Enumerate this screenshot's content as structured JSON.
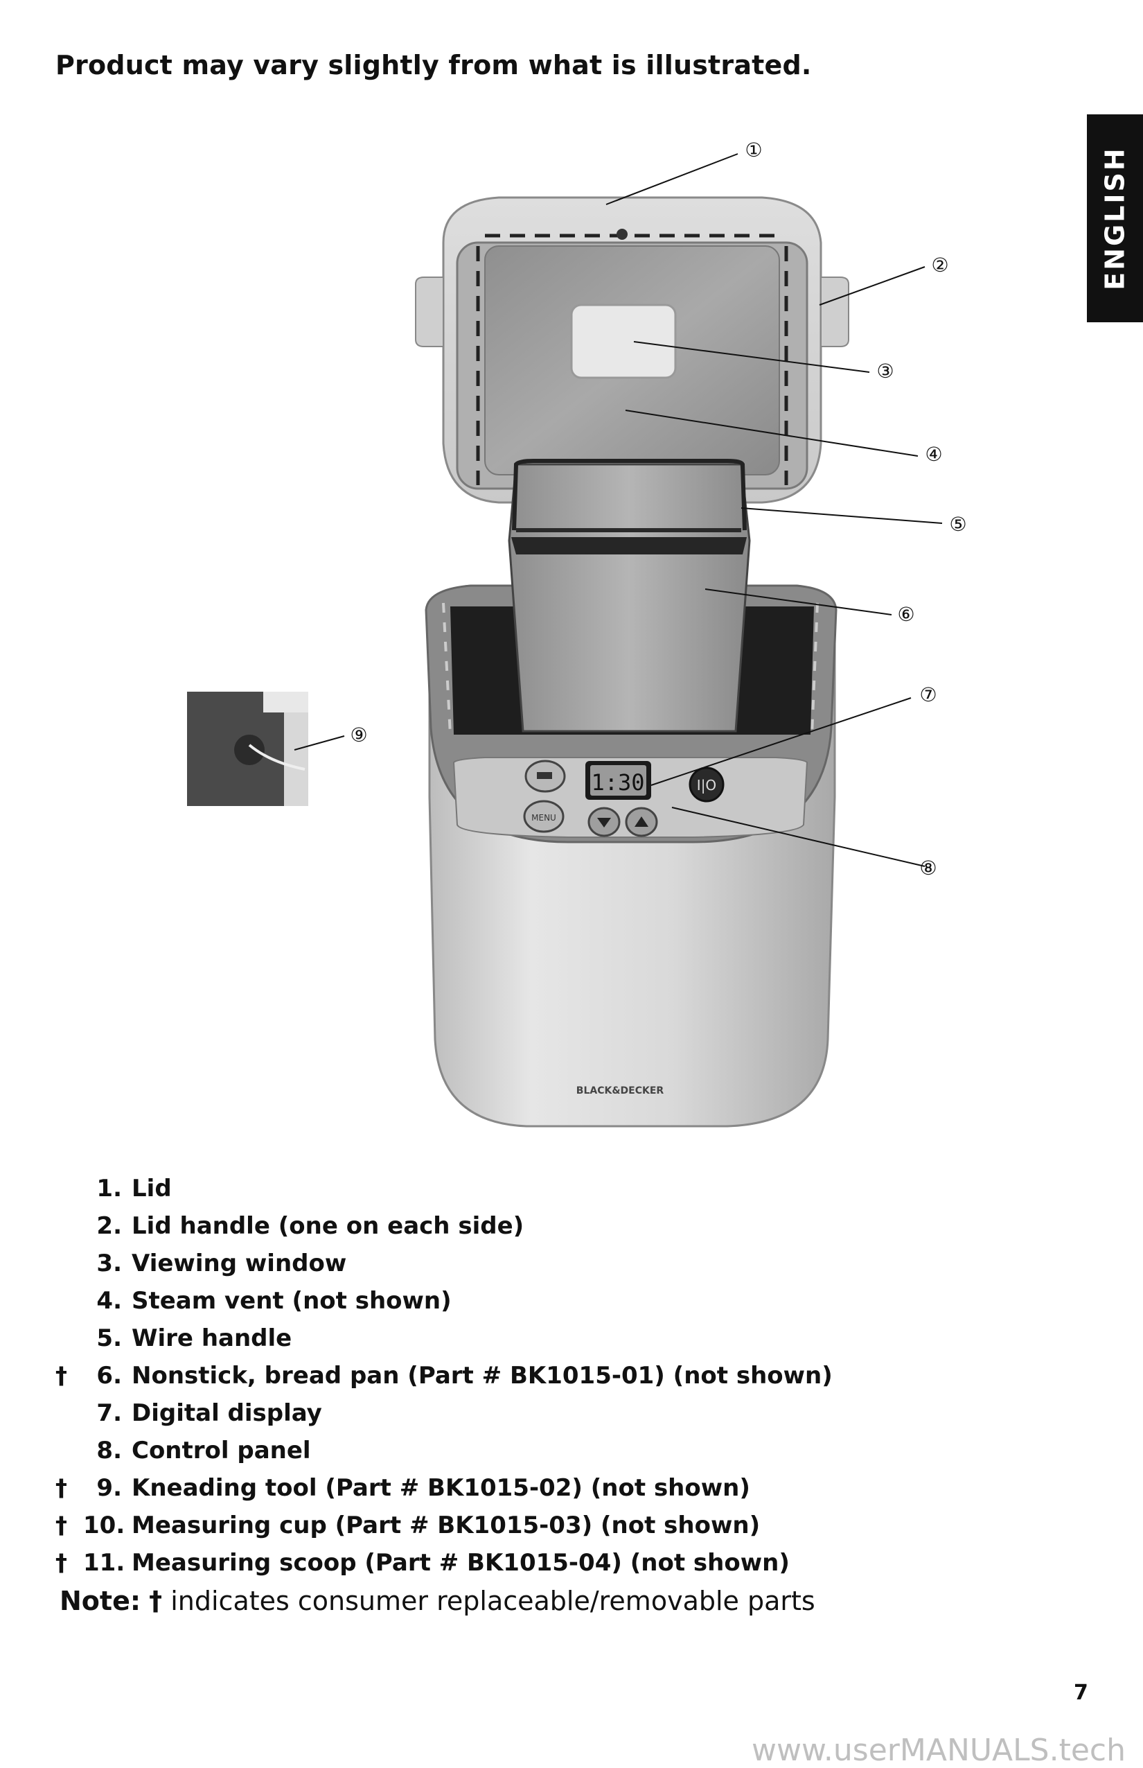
{
  "heading": "Product may vary slightly from what is illustrated.",
  "language_tab": "ENGLISH",
  "illustration": {
    "callout_numbers": [
      "①",
      "②",
      "③",
      "④",
      "⑤",
      "⑥",
      "⑦",
      "⑧",
      "⑨"
    ],
    "display_reading": "1:30",
    "power_button_label": "I|O",
    "menu_button_label": "MENU",
    "brand_logo_text": "BLACK&DECKER"
  },
  "parts": [
    {
      "dagger": "",
      "number": "1.",
      "label": "Lid"
    },
    {
      "dagger": "",
      "number": "2.",
      "label": "Lid handle (one on each side)"
    },
    {
      "dagger": "",
      "number": "3.",
      "label": "Viewing window"
    },
    {
      "dagger": "",
      "number": "4.",
      "label": "Steam vent (not shown)"
    },
    {
      "dagger": "",
      "number": "5.",
      "label": "Wire handle"
    },
    {
      "dagger": "†",
      "number": "6.",
      "label": "Nonstick, bread pan (Part # BK1015-01) (not shown)"
    },
    {
      "dagger": "",
      "number": "7.",
      "label": "Digital display"
    },
    {
      "dagger": "",
      "number": "8.",
      "label": "Control panel"
    },
    {
      "dagger": "†",
      "number": "9.",
      "label": "Kneading tool (Part # BK1015-02) (not shown)"
    },
    {
      "dagger": "†",
      "number": "10.",
      "label": "Measuring cup (Part # BK1015-03) (not shown)"
    },
    {
      "dagger": "†",
      "number": "11.",
      "label": "Measuring scoop (Part # BK1015-04) (not shown)"
    }
  ],
  "note": {
    "label": "Note:",
    "dagger": "†",
    "text": "indicates consumer replaceable/removable parts"
  },
  "page_number": "7",
  "watermark": "www.userMANUALS.tech"
}
